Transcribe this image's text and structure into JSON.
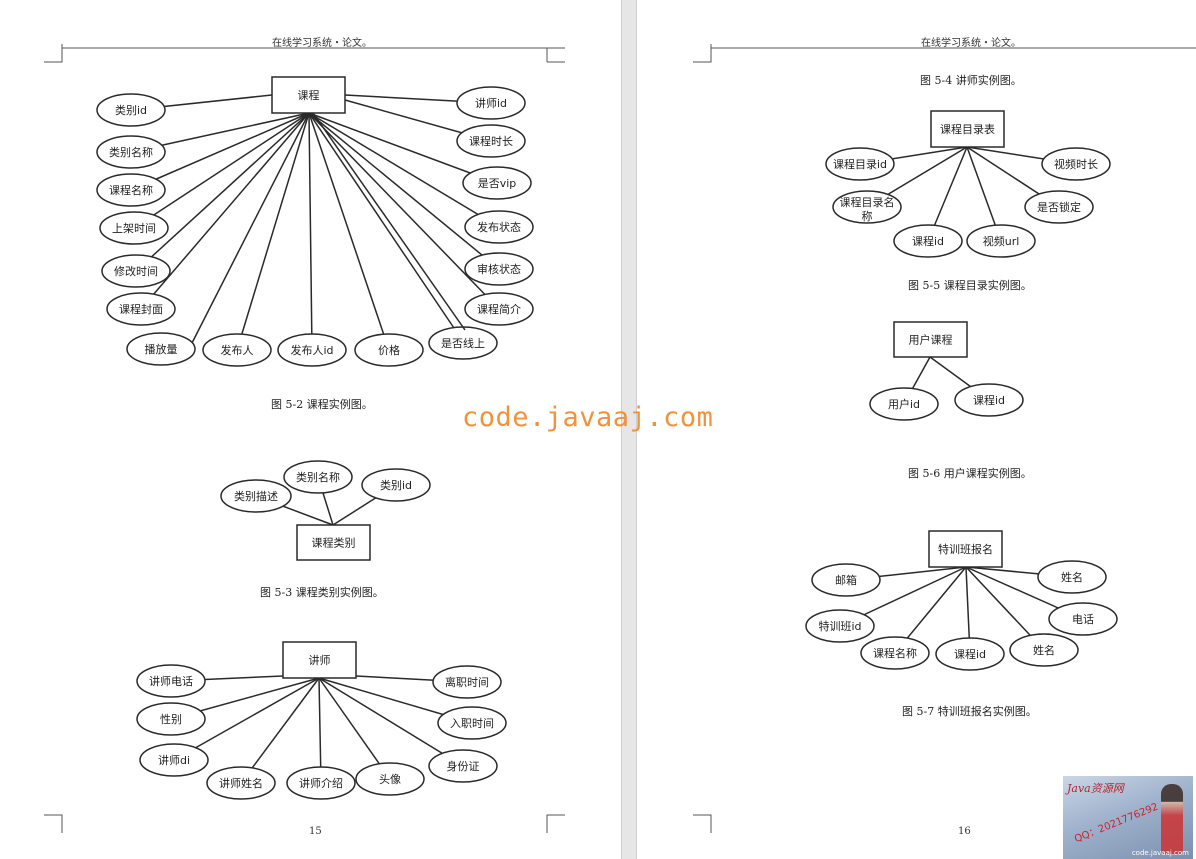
{
  "header_left": "在线学习系统・论文。",
  "header_right": "在线学习系统・论文。",
  "page_left_number": "15",
  "page_right_number": "16",
  "watermark": "code.javaaj.com",
  "badge": {
    "title": "Java资源网",
    "qq": "QQ：2021776292",
    "site": "code.javaaj.com"
  },
  "figures": {
    "fig52": {
      "caption": "图 5-2  课程实例图。",
      "entity": "课程",
      "attributes": [
        "类别id",
        "类别名称",
        "课程名称",
        "上架时间",
        "修改时间",
        "课程封面",
        "播放量",
        "发布人",
        "发布人id",
        "价格",
        "是否线上",
        "讲师id",
        "课程时长",
        "是否vip",
        "发布状态",
        "审核状态",
        "课程简介"
      ]
    },
    "fig53": {
      "caption": "图 5-3  课程类别实例图。",
      "entity": "课程类别",
      "attributes": [
        "类别描述",
        "类别名称",
        "类别id"
      ]
    },
    "fig54": {
      "caption": "图 5-4  讲师实例图。",
      "entity": "讲师",
      "attributes": [
        "讲师电话",
        "性别",
        "讲师di",
        "讲师姓名",
        "讲师介绍",
        "头像",
        "身份证",
        "入职时间",
        "离职时间"
      ]
    },
    "fig55": {
      "caption": "图 5-5  课程目录实例图。",
      "entity": "课程目录表",
      "attributes": [
        "课程目录id",
        "课程目录名",
        "称",
        "课程id",
        "视频url",
        "是否锁定",
        "视频时长"
      ]
    },
    "fig56": {
      "caption": "图 5-6  用户课程实例图。",
      "entity": "用户课程",
      "attributes": [
        "用户id",
        "课程id"
      ]
    },
    "fig57": {
      "caption": "图 5-7  特训班报名实例图。",
      "entity": "特训班报名",
      "attributes": [
        "邮箱",
        "特训班id",
        "课程名称",
        "课程id",
        "姓名",
        "电话",
        "姓名"
      ]
    }
  }
}
